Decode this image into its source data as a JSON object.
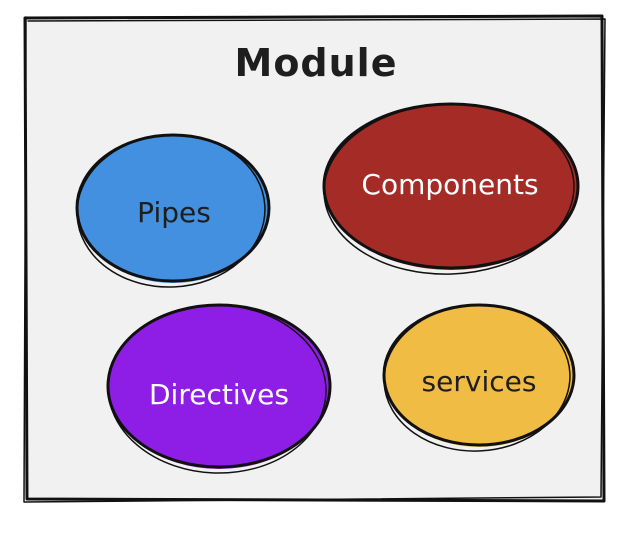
{
  "module": {
    "title": "Module",
    "background_color": "#f1f1f1"
  },
  "nodes": {
    "pipes": {
      "label": "Pipes",
      "color": "#4290df"
    },
    "components": {
      "label": "Components",
      "color": "#a52b27"
    },
    "directives": {
      "label": "Directives",
      "color": "#8e1ee6"
    },
    "services": {
      "label": "services",
      "color": "#f0bc44"
    }
  }
}
